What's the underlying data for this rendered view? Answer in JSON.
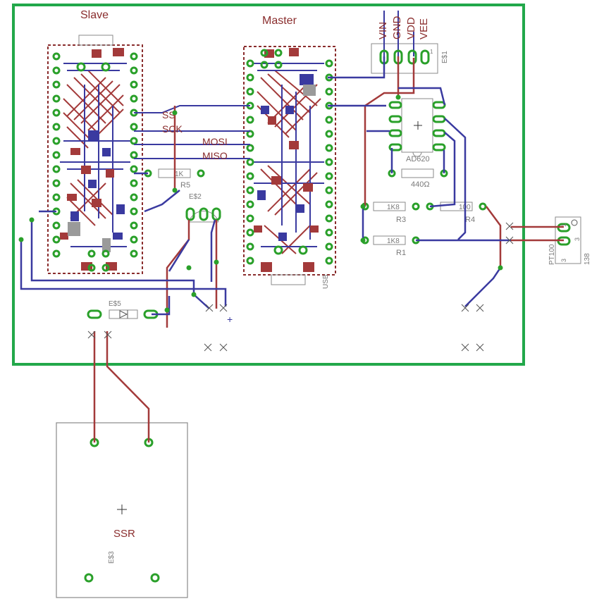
{
  "modules": {
    "slave": "Slave",
    "master": "Master"
  },
  "signals": {
    "ss": "SS",
    "sck": "SCK",
    "mosi": "MOSI",
    "miso": "MISO"
  },
  "header_pins": {
    "vin": "VIN",
    "gnd": "GND",
    "vdd": "VDD",
    "vee": "VEE",
    "label": "E$1",
    "pin1": "1"
  },
  "amp": {
    "name": "AD620",
    "resistor_value": "440Ω"
  },
  "resistors": [
    {
      "name": "R1",
      "value": "1K8"
    },
    {
      "name": "R3",
      "value": "1K8"
    },
    {
      "name": "R4",
      "value": "100"
    },
    {
      "name": "R5",
      "value": "1K"
    }
  ],
  "parts": {
    "e2": "E$2",
    "e5": "E$5",
    "e3": "E$3",
    "ssr": "SSR",
    "pt100": "PT100",
    "pt100_code": "138",
    "pin1": "1",
    "pin3": "3",
    "pin3b": "3",
    "usb": "USB",
    "plus": "+"
  },
  "colors": {
    "outline": "#22a84a",
    "top_copper": "#a33a3a",
    "bottom_copper": "#3a3aa0",
    "pad": "#2aa02a"
  }
}
